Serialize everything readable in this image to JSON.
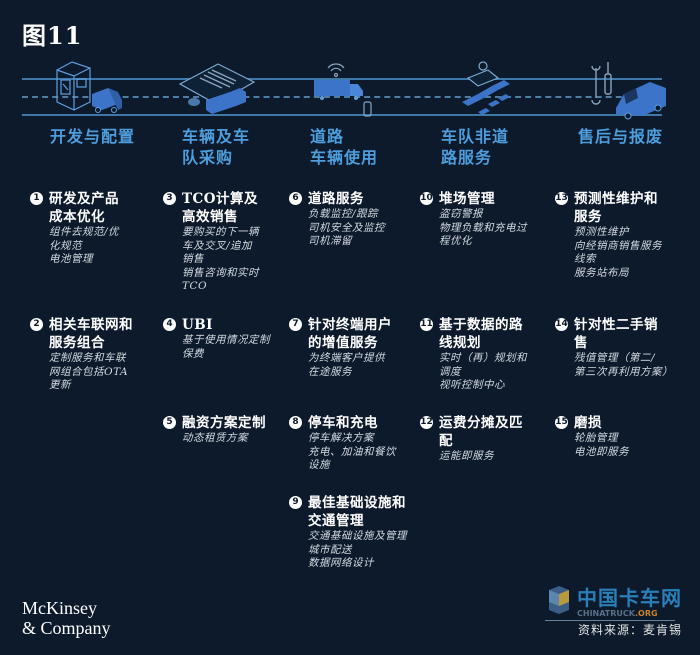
{
  "figure": {
    "title": "图11"
  },
  "colors": {
    "background": "#0c1a2b",
    "stage_label": "#4e9ddc",
    "icon_blue": "#3b74c9",
    "road_line": "#3e78a8",
    "text": "#ffffff"
  },
  "stages": [
    {
      "label_line1": "开发与配置",
      "label_line2": "",
      "icon": "factory-truck-icon"
    },
    {
      "label_line1": "车辆及车",
      "label_line2": "队采购",
      "icon": "contract-fleet-icon"
    },
    {
      "label_line1": "道路",
      "label_line2": "车辆使用",
      "icon": "connected-truck-icon"
    },
    {
      "label_line1": "车队非道",
      "label_line2": "路服务",
      "icon": "driver-fleet-icon"
    },
    {
      "label_line1": "售后与报废",
      "label_line2": "",
      "icon": "tools-van-icon"
    }
  ],
  "items": [
    {
      "num": "1",
      "title_lines": [
        "研发及产品",
        "成本优化"
      ],
      "desc": [
        "组件去规范/优",
        "化规范",
        "电池管理"
      ]
    },
    {
      "num": "2",
      "title_lines": [
        "相关车联网和",
        "服务组合"
      ],
      "desc": [
        "定制服务和车联",
        "网组合包括OTA",
        "更新"
      ]
    },
    {
      "num": "3",
      "title_lines": [
        "TCO计算及",
        "高效销售"
      ],
      "desc": [
        "要购买的下一辆",
        "车及交叉/追加",
        "销售",
        "销售咨询和实时",
        "TCO"
      ]
    },
    {
      "num": "4",
      "title_lines": [
        "UBI"
      ],
      "desc": [
        "基于使用情况定制",
        "保费"
      ]
    },
    {
      "num": "5",
      "title_lines": [
        "融资方案定制"
      ],
      "desc": [
        "动态租赁方案"
      ]
    },
    {
      "num": "6",
      "title_lines": [
        "道路服务"
      ],
      "desc": [
        "负载监控/跟踪",
        "司机安全及监控",
        "司机滞留"
      ]
    },
    {
      "num": "7",
      "title_lines": [
        "针对终端用户",
        "的增值服务"
      ],
      "desc": [
        "为终端客户提供",
        "在途服务"
      ]
    },
    {
      "num": "8",
      "title_lines": [
        "停车和充电"
      ],
      "desc": [
        "停车解决方案",
        "充电、加油和餐饮",
        "设施"
      ]
    },
    {
      "num": "9",
      "title_lines": [
        "最佳基础设施和",
        "交通管理"
      ],
      "desc": [
        "交通基础设施及管理",
        "城市配送",
        "数据网络设计"
      ]
    },
    {
      "num": "10",
      "title_lines": [
        "堆场管理"
      ],
      "desc": [
        "盗窃警报",
        "物理负载和充电过",
        "程优化"
      ]
    },
    {
      "num": "11",
      "title_lines": [
        "基于数据的路",
        "线规划"
      ],
      "desc": [
        "实时（再）规划和",
        "调度",
        "视听控制中心"
      ]
    },
    {
      "num": "12",
      "title_lines": [
        "运费分摊及匹",
        "配"
      ],
      "desc": [
        "运能即服务"
      ]
    },
    {
      "num": "13",
      "title_lines": [
        "预测性维护和",
        "服务"
      ],
      "desc": [
        "预测性维护",
        "向经销商销售服务",
        "线索",
        "服务站布局"
      ]
    },
    {
      "num": "14",
      "title_lines": [
        "针对性二手销",
        "售"
      ],
      "desc": [
        "残值管理（第二/",
        "第三次再利用方案）"
      ]
    },
    {
      "num": "15",
      "title_lines": [
        "磨损"
      ],
      "desc": [
        "轮胎管理",
        "电池即服务"
      ]
    }
  ],
  "footer": {
    "logo_line1": "McKinsey",
    "logo_line2": "& Company",
    "watermark_cn": "中国卡车网",
    "watermark_en_main": "CHINATRUCK",
    "watermark_en_tld": ".ORG",
    "source": "资料来源：麦肯锡"
  }
}
